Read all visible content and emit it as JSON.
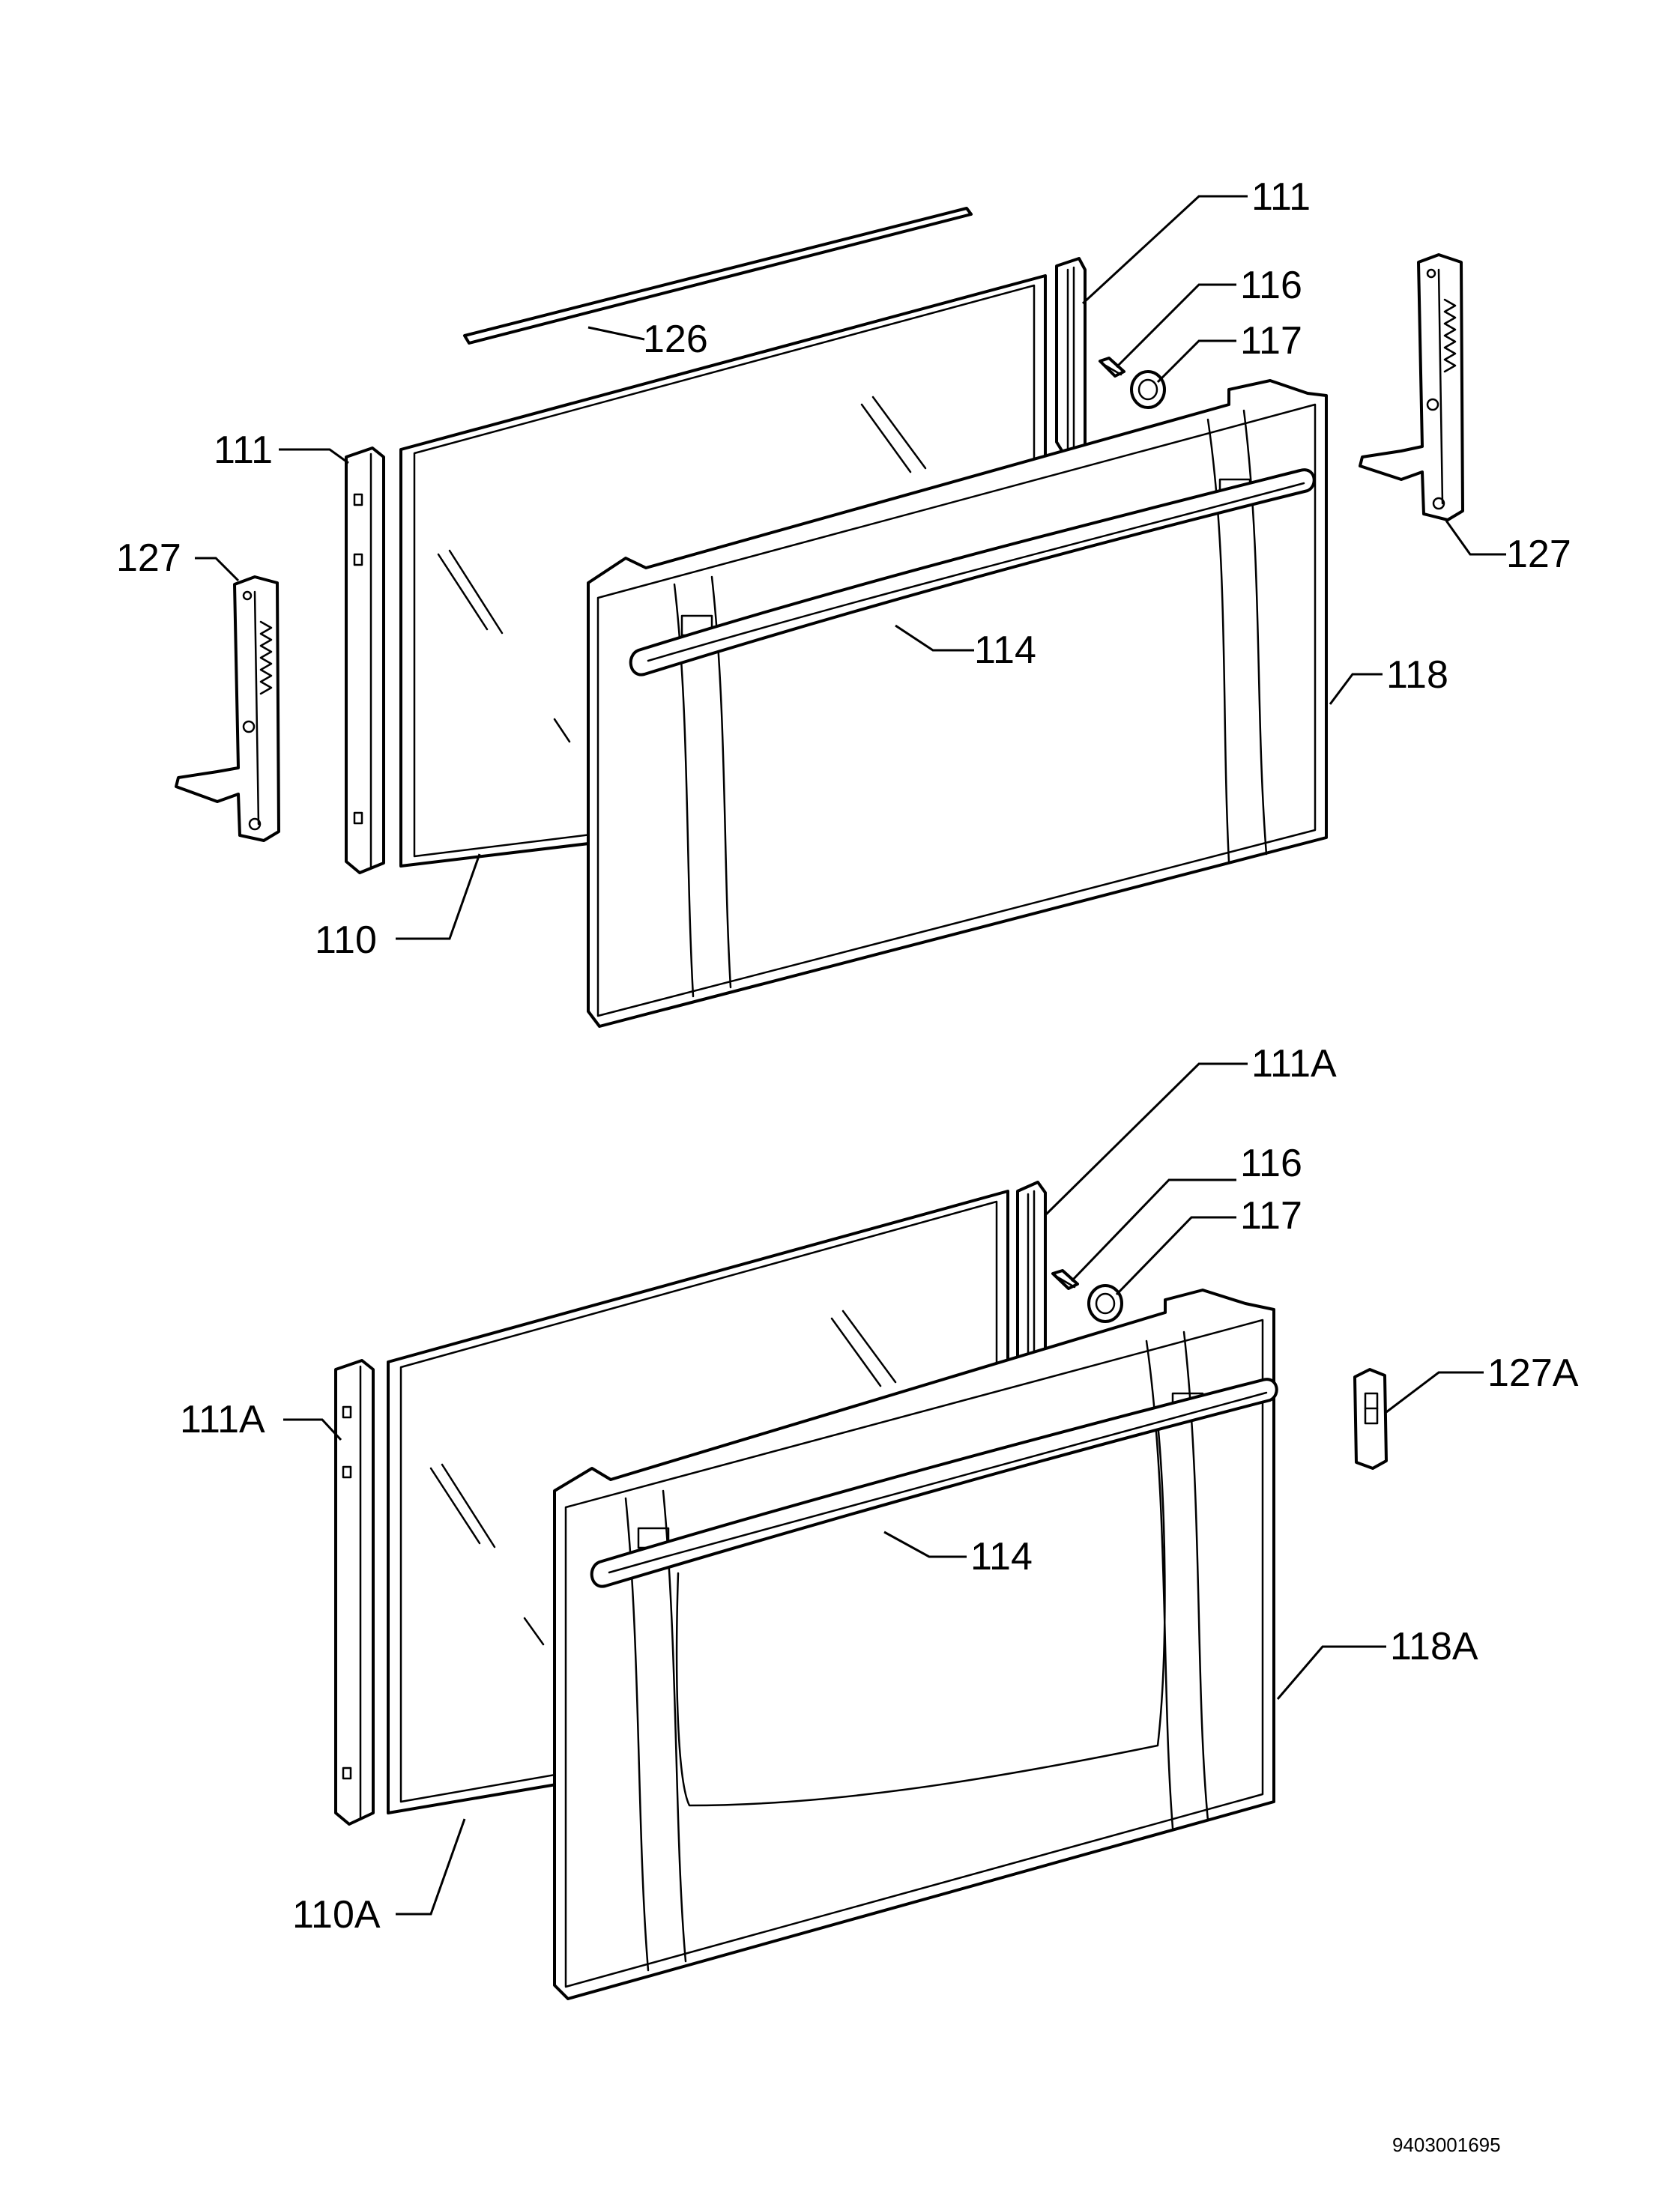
{
  "callouts": {
    "top": {
      "glass_seal_126": "126",
      "side_strip_right_111": "111",
      "side_strip_left_111": "111",
      "screw_116": "116",
      "cap_117": "117",
      "hinge_left_127": "127",
      "hinge_right_127": "127",
      "handle_114": "114",
      "door_118": "118",
      "glass_110": "110"
    },
    "bottom": {
      "side_strip_right_111A": "111A",
      "side_strip_left_111A": "111A",
      "screw_116": "116",
      "cap_117": "117",
      "catch_127A": "127A",
      "handle_114": "114",
      "door_118A": "118A",
      "glass_110A": "110A"
    }
  },
  "document_number": "9403001695"
}
